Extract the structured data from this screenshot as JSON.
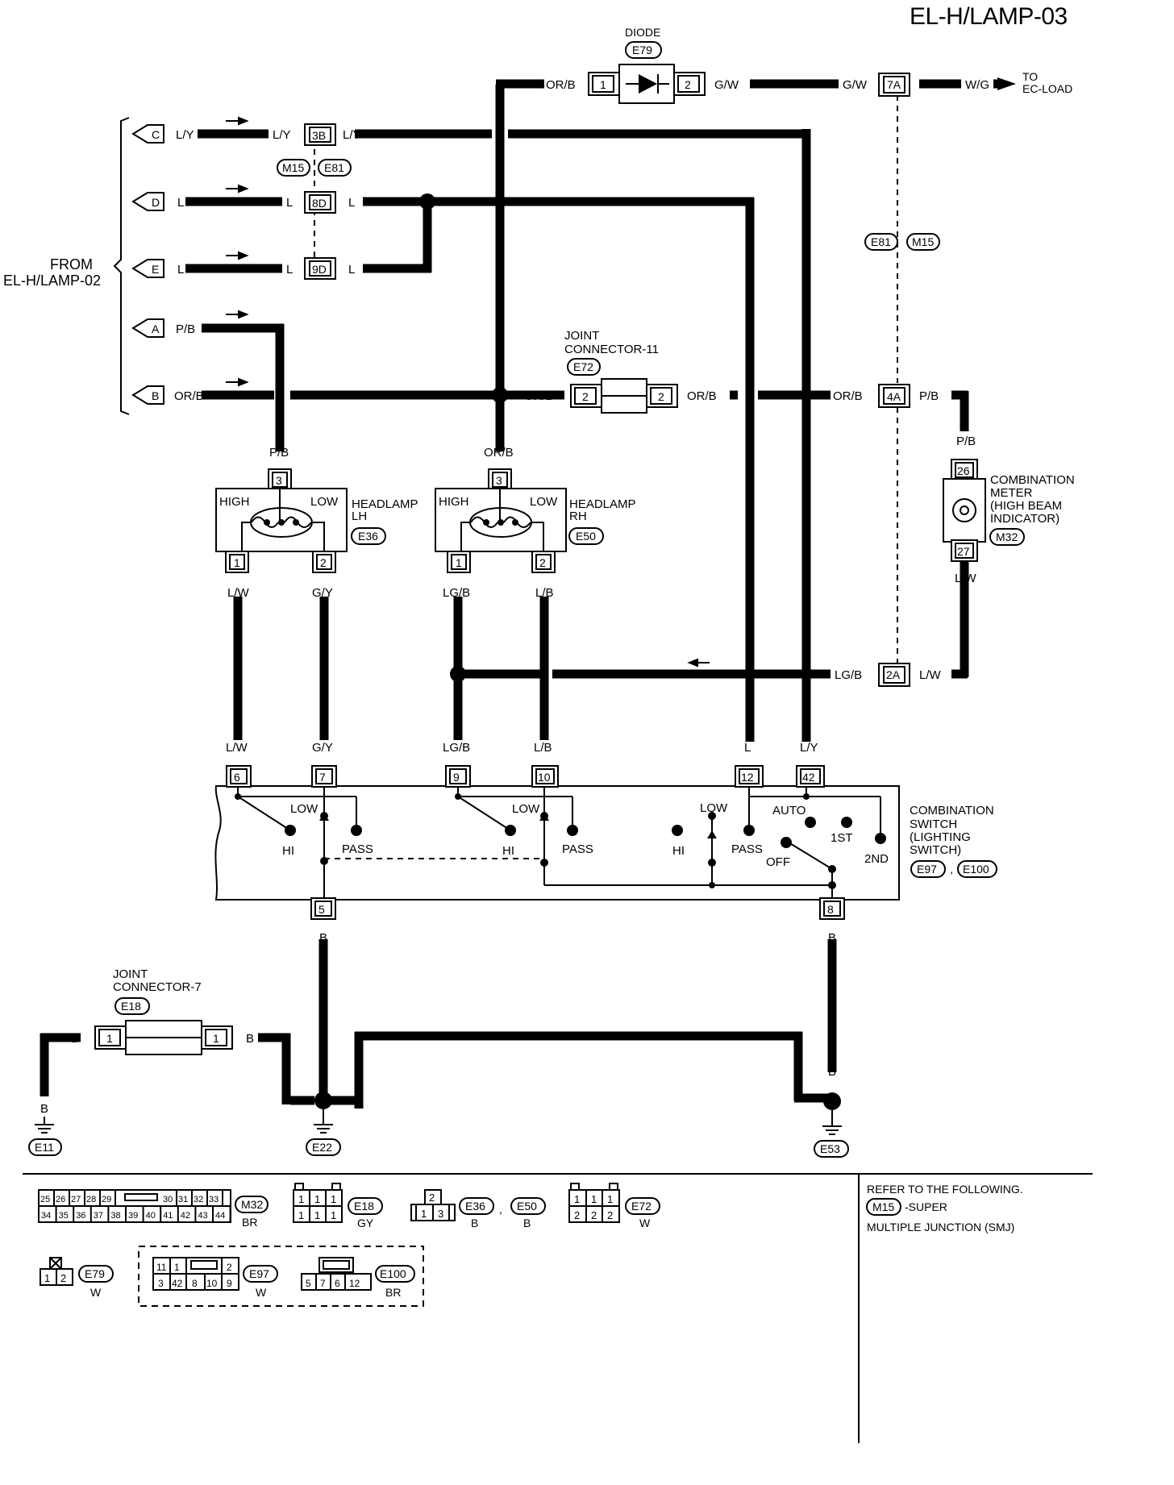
{
  "page": {
    "title": "EL-H/LAMP-03"
  },
  "from_block": {
    "label_line1": "FROM",
    "label_line2": "EL-H/LAMP-02"
  },
  "inputs": [
    {
      "letter": "C",
      "wire": "L/Y"
    },
    {
      "letter": "D",
      "wire": "L"
    },
    {
      "letter": "E",
      "wire": "L"
    },
    {
      "letter": "A",
      "wire": "P/B"
    },
    {
      "letter": "B",
      "wire": "OR/B"
    }
  ],
  "connectors": {
    "c3b": "3B",
    "c8d": "8D",
    "c9d": "9D",
    "c7a": "7A",
    "c4a": "4A",
    "c2a": "2A",
    "tag_m15": "M15",
    "tag_e81": "E81"
  },
  "diode": {
    "name": "DIODE",
    "ref": "E79",
    "pin1": "1",
    "pin2": "2"
  },
  "to_load": {
    "line1": "TO",
    "line2": "EC-LOAD"
  },
  "joint11": {
    "line1": "JOINT",
    "line2": "CONNECTOR-11",
    "ref": "E72",
    "pin": "2"
  },
  "joint7": {
    "line1": "JOINT",
    "line2": "CONNECTOR-7",
    "ref": "E18",
    "pin": "1"
  },
  "headlamp_lh": {
    "line1": "HEADLAMP",
    "line2": "LH",
    "ref": "E36",
    "high": "HIGH",
    "low": "LOW",
    "p1": "1",
    "p2": "2",
    "p3": "3"
  },
  "headlamp_rh": {
    "line1": "HEADLAMP",
    "line2": "RH",
    "ref": "E50",
    "high": "HIGH",
    "low": "LOW",
    "p1": "1",
    "p2": "2",
    "p3": "3"
  },
  "meter": {
    "line1": "COMBINATION",
    "line2": "METER",
    "line3": "(HIGH BEAM",
    "line4": "INDICATOR)",
    "ref": "M32",
    "p26": "26",
    "p27": "27"
  },
  "combo_switch": {
    "line1": "COMBINATION",
    "line2": "SWITCH",
    "line3": "(LIGHTING",
    "line4": "SWITCH)",
    "ref1": "E97",
    "ref2": "E100",
    "pins": [
      "6",
      "7",
      "9",
      "10",
      "12",
      "42",
      "5",
      "8"
    ],
    "labels": {
      "low": "LOW",
      "hi": "HI",
      "pass": "PASS",
      "auto": "AUTO",
      "first": "1ST",
      "second": "2ND",
      "off": "OFF"
    }
  },
  "wires": {
    "lw": "L/W",
    "gy": "G/Y",
    "lgb": "LG/B",
    "lb": "L/B",
    "l": "L",
    "ly": "L/Y",
    "pb": "P/B",
    "orb": "OR/B",
    "gw": "G/W",
    "wg": "W/G",
    "b": "B"
  },
  "grounds": [
    "E11",
    "E22",
    "E53"
  ],
  "legend": {
    "m32": {
      "ref": "M32",
      "color": "BR",
      "row1": [
        "25",
        "26",
        "27",
        "28",
        "29",
        "30",
        "31",
        "32",
        "33"
      ],
      "row2": [
        "34",
        "35",
        "36",
        "37",
        "38",
        "39",
        "40",
        "41",
        "42",
        "43",
        "44"
      ]
    },
    "e18": {
      "ref": "E18",
      "color": "GY",
      "cell": "1"
    },
    "e36e50": {
      "ref1": "E36",
      "ref2": "E50",
      "color1": "B",
      "color2": "B",
      "top": "2",
      "bottom": [
        "1",
        "3"
      ]
    },
    "e72": {
      "ref": "E72",
      "color": "W",
      "top": "1",
      "bottom": "2"
    },
    "e79": {
      "ref": "E79",
      "color": "W",
      "pins": [
        "1",
        "2"
      ]
    },
    "e97": {
      "ref": "E97",
      "color": "W",
      "row1": [
        "11",
        "1",
        "2"
      ],
      "row2": [
        "3",
        "42",
        "8",
        "10",
        "9"
      ]
    },
    "e100": {
      "ref": "E100",
      "color": "BR",
      "row": [
        "5",
        "7",
        "6",
        "12"
      ]
    },
    "refer": {
      "line1": "REFER TO THE FOLLOWING.",
      "ref": "M15",
      "line2": "-SUPER",
      "line3": "MULTIPLE JUNCTION (SMJ)"
    }
  }
}
